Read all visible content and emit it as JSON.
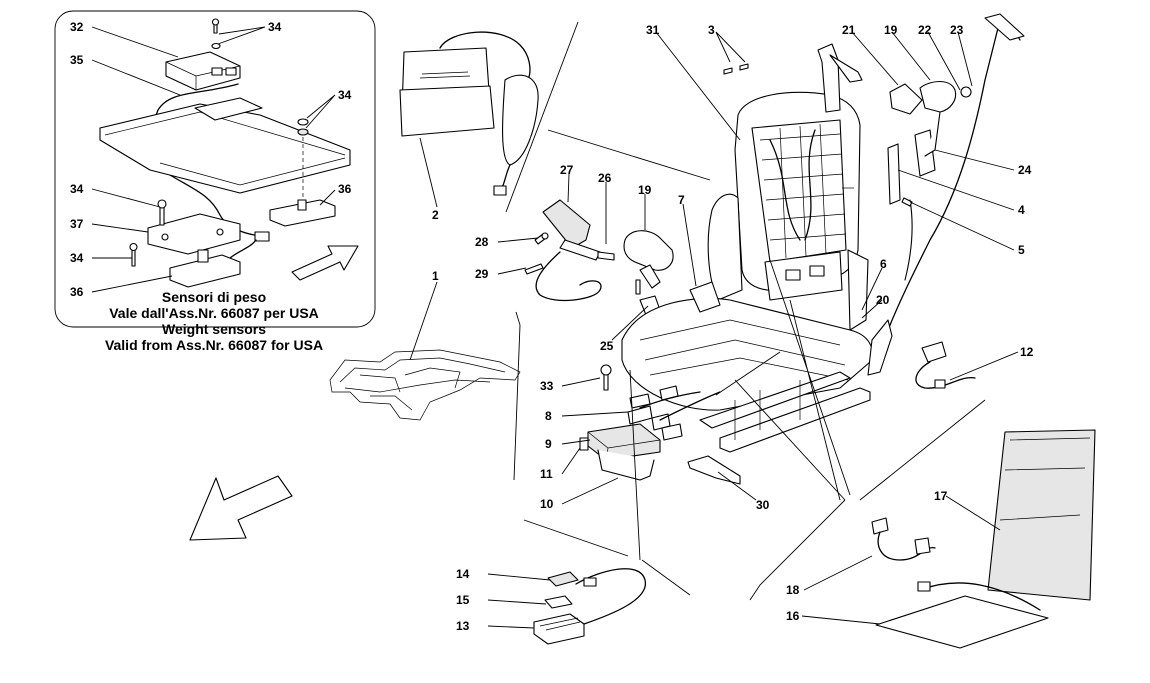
{
  "callouts": [
    {
      "id": "c32",
      "label": "32"
    },
    {
      "id": "c34a",
      "label": "34"
    },
    {
      "id": "c35",
      "label": "35"
    },
    {
      "id": "c34b",
      "label": "34"
    },
    {
      "id": "c34c",
      "label": "34"
    },
    {
      "id": "c36a",
      "label": "36"
    },
    {
      "id": "c37",
      "label": "37"
    },
    {
      "id": "c34d",
      "label": "34"
    },
    {
      "id": "c36b",
      "label": "36"
    },
    {
      "id": "c2",
      "label": "2"
    },
    {
      "id": "c1",
      "label": "1"
    },
    {
      "id": "c31",
      "label": "31"
    },
    {
      "id": "c3",
      "label": "3"
    },
    {
      "id": "c21",
      "label": "21"
    },
    {
      "id": "c19a",
      "label": "19"
    },
    {
      "id": "c22",
      "label": "22"
    },
    {
      "id": "c23",
      "label": "23"
    },
    {
      "id": "c24",
      "label": "24"
    },
    {
      "id": "c4",
      "label": "4"
    },
    {
      "id": "c5",
      "label": "5"
    },
    {
      "id": "c27",
      "label": "27"
    },
    {
      "id": "c26",
      "label": "26"
    },
    {
      "id": "c19b",
      "label": "19"
    },
    {
      "id": "c7",
      "label": "7"
    },
    {
      "id": "c28",
      "label": "28"
    },
    {
      "id": "c29",
      "label": "29"
    },
    {
      "id": "c6",
      "label": "6"
    },
    {
      "id": "c20",
      "label": "20"
    },
    {
      "id": "c25",
      "label": "25"
    },
    {
      "id": "c12",
      "label": "12"
    },
    {
      "id": "c33",
      "label": "33"
    },
    {
      "id": "c8",
      "label": "8"
    },
    {
      "id": "c9",
      "label": "9"
    },
    {
      "id": "c11",
      "label": "11"
    },
    {
      "id": "c10",
      "label": "10"
    },
    {
      "id": "c30",
      "label": "30"
    },
    {
      "id": "c17",
      "label": "17"
    },
    {
      "id": "c14",
      "label": "14"
    },
    {
      "id": "c15",
      "label": "15"
    },
    {
      "id": "c13",
      "label": "13"
    },
    {
      "id": "c18",
      "label": "18"
    },
    {
      "id": "c16",
      "label": "16"
    }
  ],
  "inset": {
    "caption_lines": [
      "Sensori di peso",
      "Vale dall'Ass.Nr. 66087 per USA",
      "Weight sensors",
      "Valid from Ass.Nr. 66087 for USA"
    ]
  }
}
